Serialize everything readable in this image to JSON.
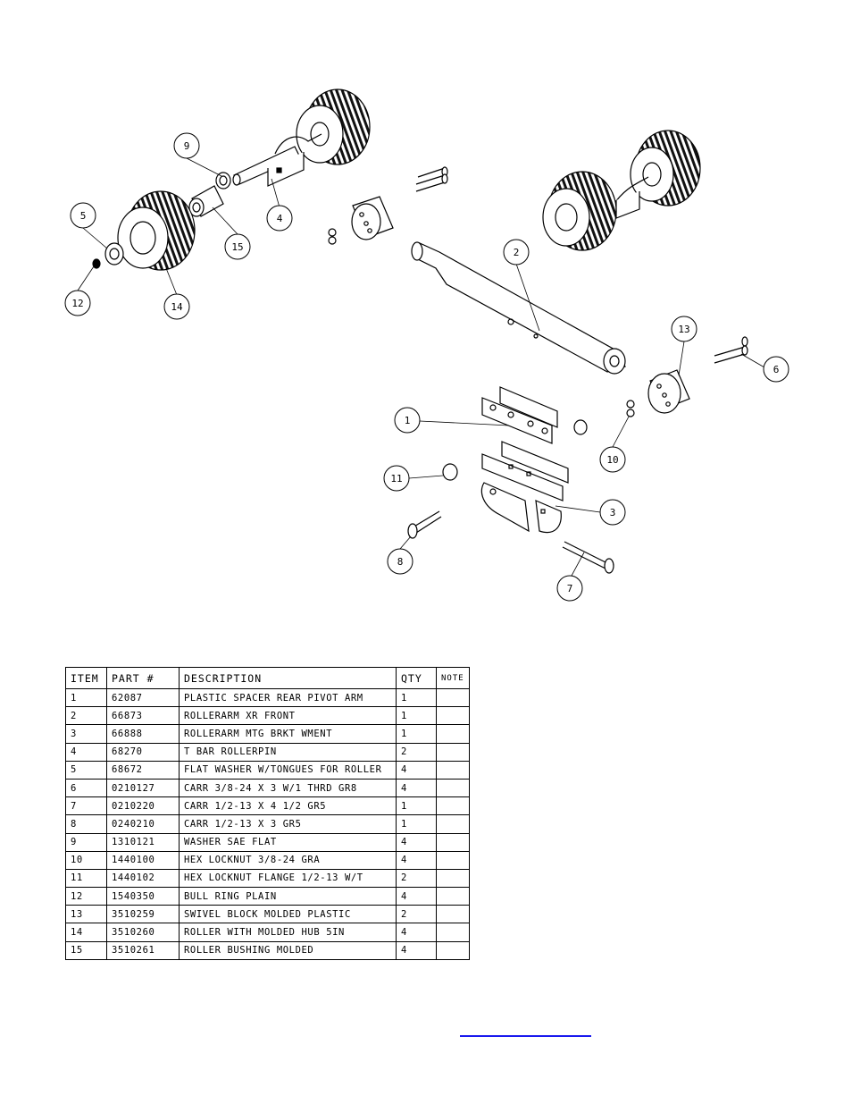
{
  "callouts": [
    {
      "n": "1"
    },
    {
      "n": "2"
    },
    {
      "n": "3"
    },
    {
      "n": "4"
    },
    {
      "n": "5"
    },
    {
      "n": "6"
    },
    {
      "n": "7"
    },
    {
      "n": "8"
    },
    {
      "n": "9"
    },
    {
      "n": "10"
    },
    {
      "n": "11"
    },
    {
      "n": "12"
    },
    {
      "n": "13"
    },
    {
      "n": "14"
    },
    {
      "n": "15"
    }
  ],
  "bom": {
    "headers": {
      "item": "ITEM",
      "part": "PART #",
      "desc": "DESCRIPTION",
      "qty": "QTY",
      "note": "NOTE"
    },
    "rows": [
      {
        "item": "1",
        "part": "62087",
        "desc": "PLASTIC SPACER REAR PIVOT ARM",
        "qty": "1"
      },
      {
        "item": "2",
        "part": "66873",
        "desc": "ROLLERARM XR FRONT",
        "qty": "1"
      },
      {
        "item": "3",
        "part": "66888",
        "desc": "ROLLERARM MTG BRKT WMENT",
        "qty": "1"
      },
      {
        "item": "4",
        "part": "68270",
        "desc": "T BAR ROLLERPIN",
        "qty": "2"
      },
      {
        "item": "5",
        "part": "68672",
        "desc": "FLAT WASHER W/TONGUES FOR ROLLER",
        "qty": "4"
      },
      {
        "item": "6",
        "part": "0210127",
        "desc": "CARR 3/8-24 X 3 W/1 THRD GR8",
        "qty": "4"
      },
      {
        "item": "7",
        "part": "0210220",
        "desc": "CARR 1/2-13 X 4 1/2 GR5",
        "qty": "1"
      },
      {
        "item": "8",
        "part": "0240210",
        "desc": "CARR 1/2-13 X 3 GR5",
        "qty": "1"
      },
      {
        "item": "9",
        "part": "1310121",
        "desc": "WASHER SAE FLAT",
        "qty": "4"
      },
      {
        "item": "10",
        "part": "1440100",
        "desc": "HEX LOCKNUT 3/8-24 GRA",
        "qty": "4"
      },
      {
        "item": "11",
        "part": "1440102",
        "desc": "HEX LOCKNUT FLANGE 1/2-13 W/T",
        "qty": "2"
      },
      {
        "item": "12",
        "part": "1540350",
        "desc": "BULL RING PLAIN",
        "qty": "4"
      },
      {
        "item": "13",
        "part": "3510259",
        "desc": "SWIVEL BLOCK MOLDED PLASTIC",
        "qty": "2"
      },
      {
        "item": "14",
        "part": "3510260",
        "desc": "ROLLER WITH MOLDED HUB  5IN",
        "qty": "4"
      },
      {
        "item": "15",
        "part": "3510261",
        "desc": "ROLLER BUSHING MOLDED",
        "qty": "4"
      }
    ]
  },
  "colors": {
    "line": "#000000",
    "link": "#1a1aee"
  }
}
